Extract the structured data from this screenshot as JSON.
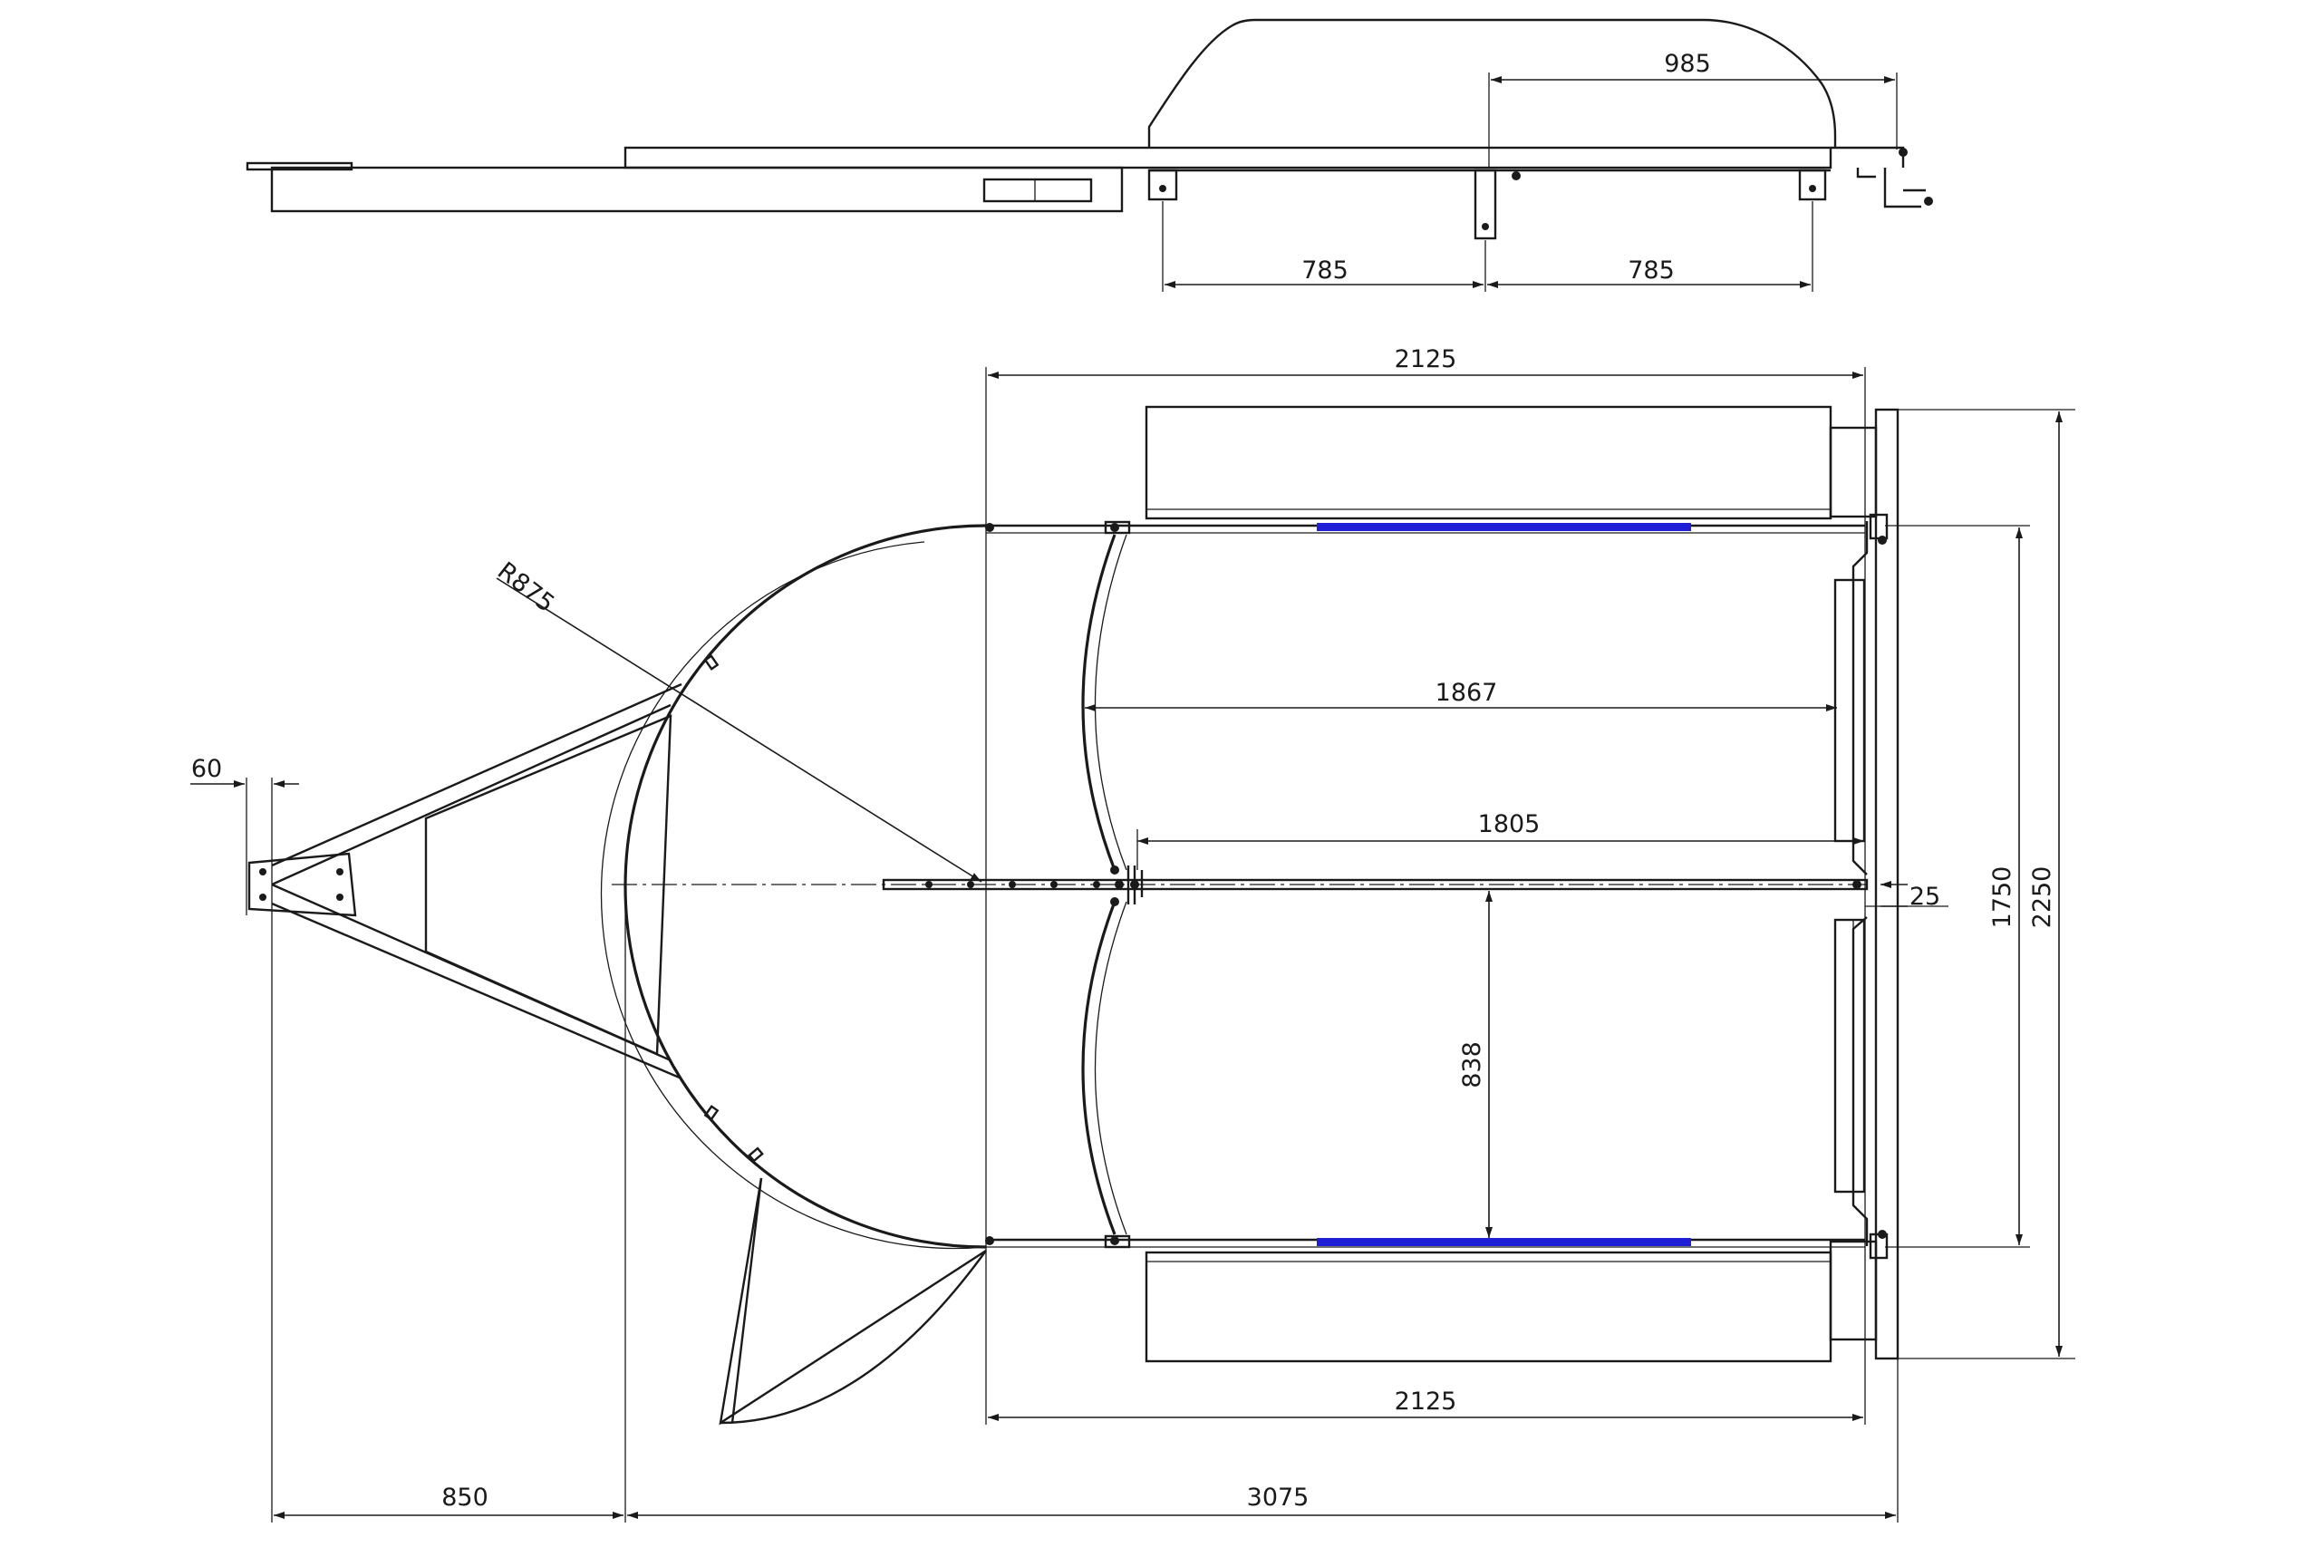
{
  "colors": {
    "line": "#1a1a1a",
    "accent_strip": "#1f1fd6",
    "background": "#ffffff"
  },
  "dimensions": {
    "top_985": "985",
    "top_785_left": "785",
    "top_785_right": "785",
    "width_2125_top": "2125",
    "width_2125_bottom": "2125",
    "radius_r875": "R875",
    "arc_span_1867": "1867",
    "center_1805": "1805",
    "offset_25": "25",
    "half_838": "838",
    "width_1750": "1750",
    "width_2250": "2250",
    "hitch_60": "60",
    "drawbar_850": "850",
    "overall_3075": "3075"
  }
}
